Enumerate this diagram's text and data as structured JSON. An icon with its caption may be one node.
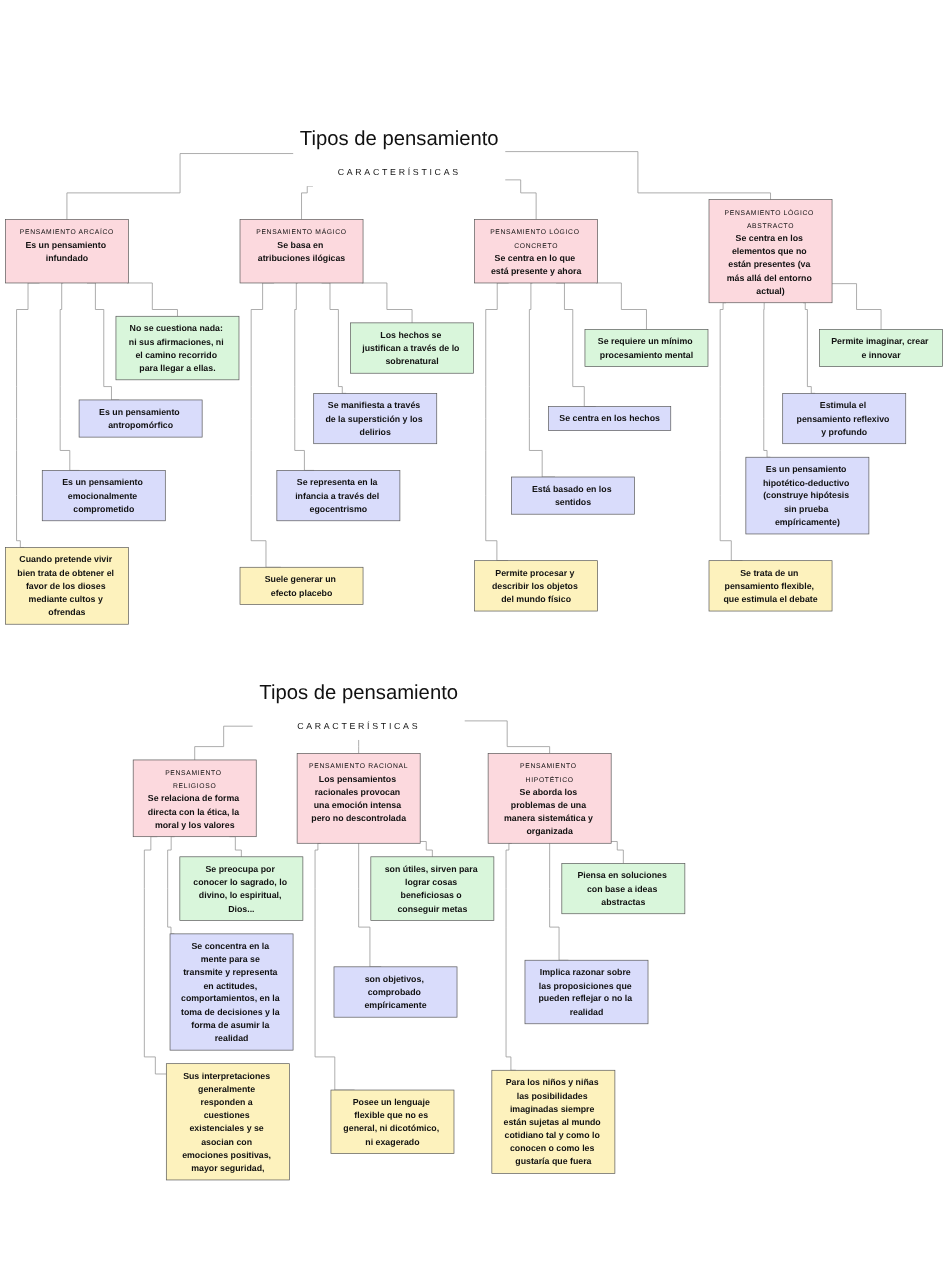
{
  "diagram": {
    "nodes": [
      {
        "text": [
          "Tipos de pensamiento",
          "CARACTERÍSTICAS"
        ]
      },
      {
        "text": [
          "PENSAMIENTO ARCAÍCO",
          "Es un pensamiento infundado"
        ]
      },
      {
        "text": [
          "No se cuestiona nada: ni sus afirmaciones, ni el camino recorrido para llegar a ellas."
        ]
      },
      {
        "text": [
          "Es un pensamiento antropomórfico"
        ]
      },
      {
        "text": [
          "Es un pensamiento emocionalmente comprometido"
        ]
      },
      {
        "text": [
          "Cuando pretende vivir bien trata de obtener el favor de los dioses mediante cultos y ofrendas"
        ]
      },
      {
        "text": [
          "PENSAMIENTO MÁGICO",
          "Se basa en atribuciones ilógicas"
        ]
      },
      {
        "text": [
          "Los hechos se justifican a través de lo sobrenatural"
        ]
      },
      {
        "text": [
          "Se manifiesta a través de la superstición y los delirios"
        ]
      },
      {
        "text": [
          "Se representa en la infancia a través del egocentrismo"
        ]
      },
      {
        "text": [
          "Suele generar un efecto placebo"
        ]
      },
      {
        "text": [
          "PENSAMIENTO LÓGICO CONCRETO",
          "Se centra en lo que está presente y ahora"
        ]
      },
      {
        "text": [
          "Se requiere un mínimo procesamiento mental"
        ]
      },
      {
        "text": [
          "Se centra en los hechos"
        ]
      },
      {
        "text": [
          "Está basado en los sentidos"
        ]
      },
      {
        "text": [
          "Permite procesar y describir los objetos del mundo físico"
        ]
      },
      {
        "text": [
          "PENSAMIENTO LÓGICO ABSTRACTO",
          "Se centra en los elementos que no están presentes (va más allá del entorno actual)"
        ]
      },
      {
        "text": [
          "Permite imaginar, crear e innovar"
        ]
      },
      {
        "text": [
          "Estimula el pensamiento reflexivo y profundo"
        ]
      },
      {
        "text": [
          "Es un pensamiento hipotético-deductivo (construye hipótesis sin prueba empíricamente)"
        ]
      },
      {
        "text": [
          "Se trata de un pensamiento flexible, que estimula el debate"
        ]
      },
      {
        "text": [
          "Tipos de pensamiento",
          "CARACTERÍSTICAS"
        ]
      },
      {
        "text": [
          "PENSAMIENTO RELIGIOSO",
          "Se relaciona de forma directa con la ética, la moral y los valores"
        ]
      },
      {
        "text": [
          "Se preocupa por conocer lo sagrado, lo divino, lo espiritual, Dios..."
        ]
      },
      {
        "text": [
          "Se concentra en la mente para se transmite y representa en actitudes, comportamientos, en la toma de decisiones y la forma de asumir la realidad"
        ]
      },
      {
        "text": [
          "Sus interpretaciones generalmente responden a cuestiones existenciales y se asocian con emociones positivas, mayor seguridad,"
        ]
      },
      {
        "text": [
          "PENSAMIENTO RACIONAL",
          "Los pensamientos racionales provocan una emoción intensa pero no descontrolada"
        ]
      },
      {
        "text": [
          "son útiles, sirven para lograr cosas beneficiosas o conseguir metas"
        ]
      },
      {
        "text": [
          "son objetivos, comprobado empíricamente"
        ]
      },
      {
        "text": [
          "Posee un lenguaje flexible que no es general, ni dicotómico, ni exagerado"
        ]
      },
      {
        "text": [
          "PENSAMIENTO HIPOTÉTICO",
          "Se aborda los problemas de una manera sistemática y organizada"
        ]
      },
      {
        "text": [
          "Piensa en soluciones con base a ideas abstractas"
        ]
      },
      {
        "text": [
          "Implica razonar sobre las proposiciones que pueden reflejar o no la realidad"
        ]
      },
      {
        "text": [
          "Para los niños y niñas las posibilidades imaginadas siempre están sujetas al mundo cotidiano tal y como lo conocen o como les gustaría que fuera"
        ]
      }
    ],
    "edges": [
      {
        "from": 0,
        "to": 1,
        "arrow": "none"
      },
      {
        "from": 0,
        "to": 6,
        "arrow": "none"
      },
      {
        "from": 0,
        "to": 11,
        "arrow": "none"
      },
      {
        "from": 0,
        "to": 16,
        "arrow": "none"
      },
      {
        "from": 1,
        "to": 2,
        "arrow": "none"
      },
      {
        "from": 1,
        "to": 3,
        "arrow": "none"
      },
      {
        "from": 1,
        "to": 4,
        "arrow": "none"
      },
      {
        "from": 1,
        "to": 5,
        "arrow": "none"
      },
      {
        "from": 6,
        "to": 7,
        "arrow": "none"
      },
      {
        "from": 6,
        "to": 8,
        "arrow": "none"
      },
      {
        "from": 6,
        "to": 9,
        "arrow": "none"
      },
      {
        "from": 6,
        "to": 10,
        "arrow": "none"
      },
      {
        "from": 11,
        "to": 12,
        "arrow": "none"
      },
      {
        "from": 11,
        "to": 13,
        "arrow": "none"
      },
      {
        "from": 11,
        "to": 14,
        "arrow": "none"
      },
      {
        "from": 11,
        "to": 15,
        "arrow": "none"
      },
      {
        "from": 16,
        "to": 17,
        "arrow": "none"
      },
      {
        "from": 16,
        "to": 18,
        "arrow": "none"
      },
      {
        "from": 16,
        "to": 19,
        "arrow": "none"
      },
      {
        "from": 16,
        "to": 20,
        "arrow": "none"
      },
      {
        "from": 21,
        "to": 22,
        "arrow": "none"
      },
      {
        "from": 21,
        "to": 26,
        "arrow": "none"
      },
      {
        "from": 21,
        "to": 30,
        "arrow": "none"
      },
      {
        "from": 22,
        "to": 23,
        "arrow": "none"
      },
      {
        "from": 22,
        "to": 24,
        "arrow": "none"
      },
      {
        "from": 22,
        "to": 25,
        "arrow": "none"
      },
      {
        "from": 26,
        "to": 27,
        "arrow": "none"
      },
      {
        "from": 26,
        "to": 28,
        "arrow": "none"
      },
      {
        "from": 26,
        "to": 29,
        "arrow": "none"
      },
      {
        "from": 30,
        "to": 31,
        "arrow": "none"
      },
      {
        "from": 30,
        "to": 32,
        "arrow": "none"
      },
      {
        "from": 30,
        "to": 33,
        "arrow": "none"
      }
    ]
  }
}
